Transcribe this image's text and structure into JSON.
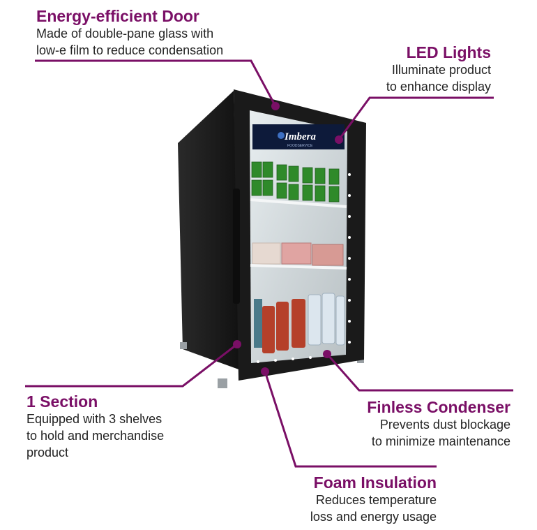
{
  "callouts": {
    "door": {
      "title": "Energy-efficient Door",
      "desc": [
        "Made of double-pane glass with",
        "low-e film to reduce condensation"
      ]
    },
    "led": {
      "title": "LED Lights",
      "desc": [
        "Illuminate product",
        "to enhance display"
      ]
    },
    "section": {
      "title": "1 Section",
      "desc": [
        "Equipped with 3 shelves",
        "to hold and merchandise",
        "product"
      ]
    },
    "condenser": {
      "title": "Finless Condenser",
      "desc": [
        "Prevents dust blockage",
        "to minimize maintenance"
      ]
    },
    "insulation": {
      "title": "Foam Insulation",
      "desc": [
        "Reduces temperature",
        "loss and energy usage"
      ]
    }
  },
  "product": {
    "brand": "Imbera",
    "brand_sub": "FOODSERVICE"
  },
  "colors": {
    "accent": "#7a0f66",
    "cabinet": "#1c1c1c",
    "can_green": "#2f8a2a",
    "bottle_red": "#b5402a"
  }
}
